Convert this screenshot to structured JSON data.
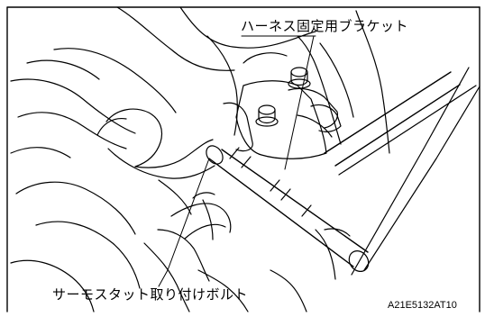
{
  "callouts": {
    "harness_bracket": "ハーネス固定用ブラケット",
    "thermostat_bolt": "サーモスタット取り付けボルト"
  },
  "figure_code": "A21E5132AT10",
  "colors": {
    "line": "#000000",
    "background": "#ffffff"
  }
}
